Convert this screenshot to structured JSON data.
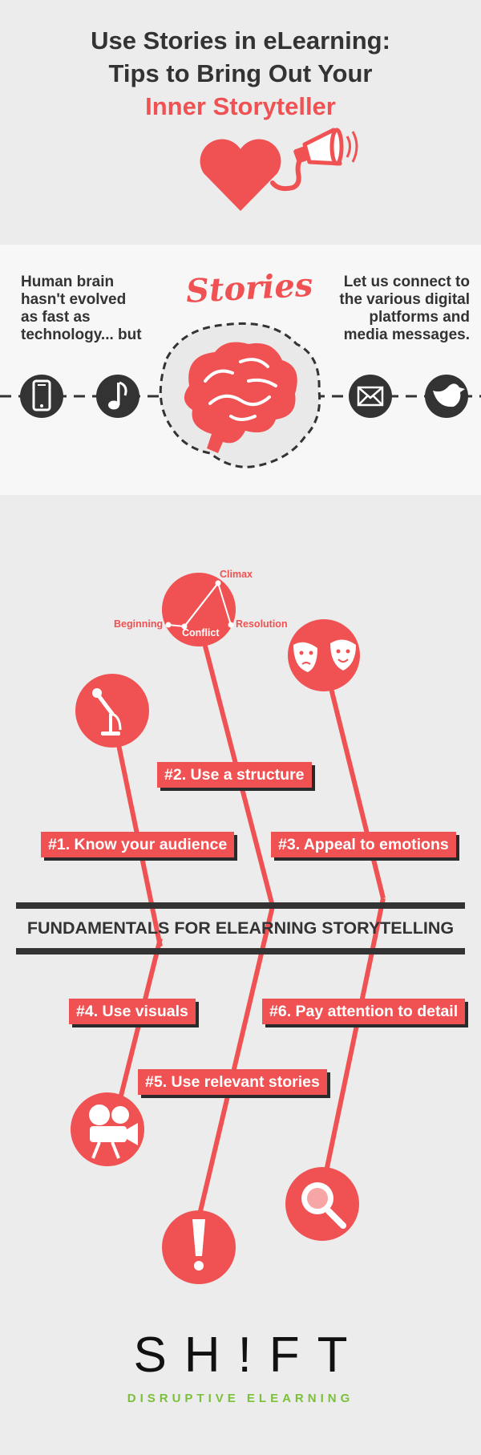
{
  "header": {
    "title_line1": "Use Stories in eLearning:",
    "title_line2": "Tips to Bring Out Your",
    "title_line3": "Inner Storyteller"
  },
  "stories_band": {
    "left_text": [
      "Human brain",
      "hasn't evolved",
      "as fast as",
      "technology... but"
    ],
    "center_word": "Stories",
    "right_text": [
      "Let us connect to",
      "the various digital",
      "platforms and",
      "media messages."
    ]
  },
  "structure_diagram": {
    "climax": "Climax",
    "beginning": "Beginning",
    "conflict": "Conflict",
    "resolution": "Resolution"
  },
  "tips": {
    "tip1": "#1. Know your audience",
    "tip2": "#2. Use a structure",
    "tip3": "#3. Appeal to emotions",
    "tip4": "#4. Use visuals",
    "tip5": "#5. Use relevant stories",
    "tip6": "#6. Pay attention to detail"
  },
  "fundamentals_heading": "FUNDAMENTALS FOR ELEARNING STORYTELLING",
  "footer": {
    "logo": "SH!FT",
    "tagline": "DISRUPTIVE ELEARNING"
  },
  "colors": {
    "accent_red": "#f05152",
    "dark": "#333333",
    "green": "#7bbf3a",
    "background": "#ececec"
  },
  "icons": [
    "heart-icon",
    "megaphone-icon",
    "smartphone-icon",
    "music-note-icon",
    "brain-icon",
    "envelope-icon",
    "bird-icon",
    "microphone-icon",
    "theater-masks-icon",
    "projector-icon",
    "exclamation-icon",
    "magnifier-icon"
  ]
}
